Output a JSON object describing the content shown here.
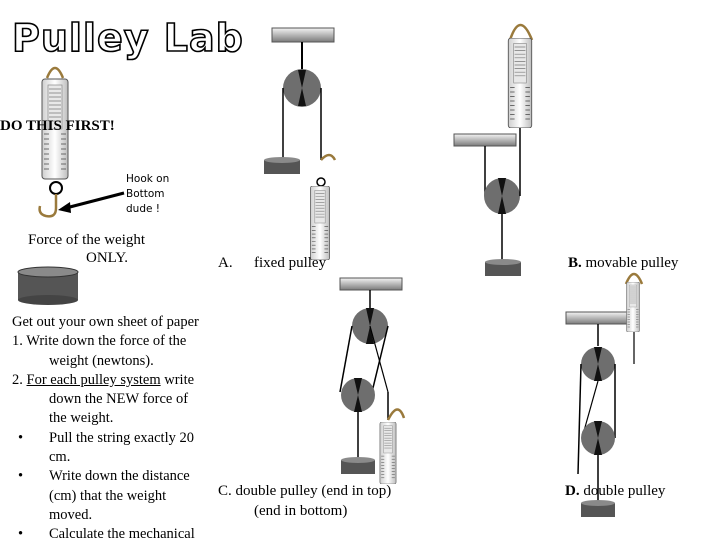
{
  "title": "Pulley Lab",
  "first_note": "DO THIS FIRST!",
  "hook_note": [
    "Hook on",
    "Bottom",
    "dude !"
  ],
  "force_note": [
    "Force of the weight",
    "ONLY."
  ],
  "label_a": {
    "letter": "A.",
    "text": "fixed pulley"
  },
  "label_b": {
    "letter": "B.",
    "text": "movable pulley"
  },
  "label_c": {
    "line1": "C. double pulley (end in top)",
    "line2": "(end in bottom)"
  },
  "label_d": {
    "letter": "D.",
    "text": "double pulley"
  },
  "instructions": {
    "line0": "Get out your own sheet of paper",
    "step1": [
      "1. Write down the force of the",
      "weight (newtons)."
    ],
    "step2": {
      "num": "2. ",
      "underlined": "For each pulley system",
      "rest": " write",
      "cont": [
        "down the NEW force of",
        "the weight."
      ]
    },
    "bullet1": [
      "Pull the string exactly 20",
      "cm."
    ],
    "bullet2": [
      "Write down the distance",
      "(cm) that the weight",
      "moved."
    ],
    "bullet3": [
      "Calculate the mechanical"
    ]
  },
  "colors": {
    "pulley": "#6e6e6e",
    "weight": "#5a5a5a",
    "spring": "#9a7a3c",
    "beam": "#8a8a8a"
  }
}
